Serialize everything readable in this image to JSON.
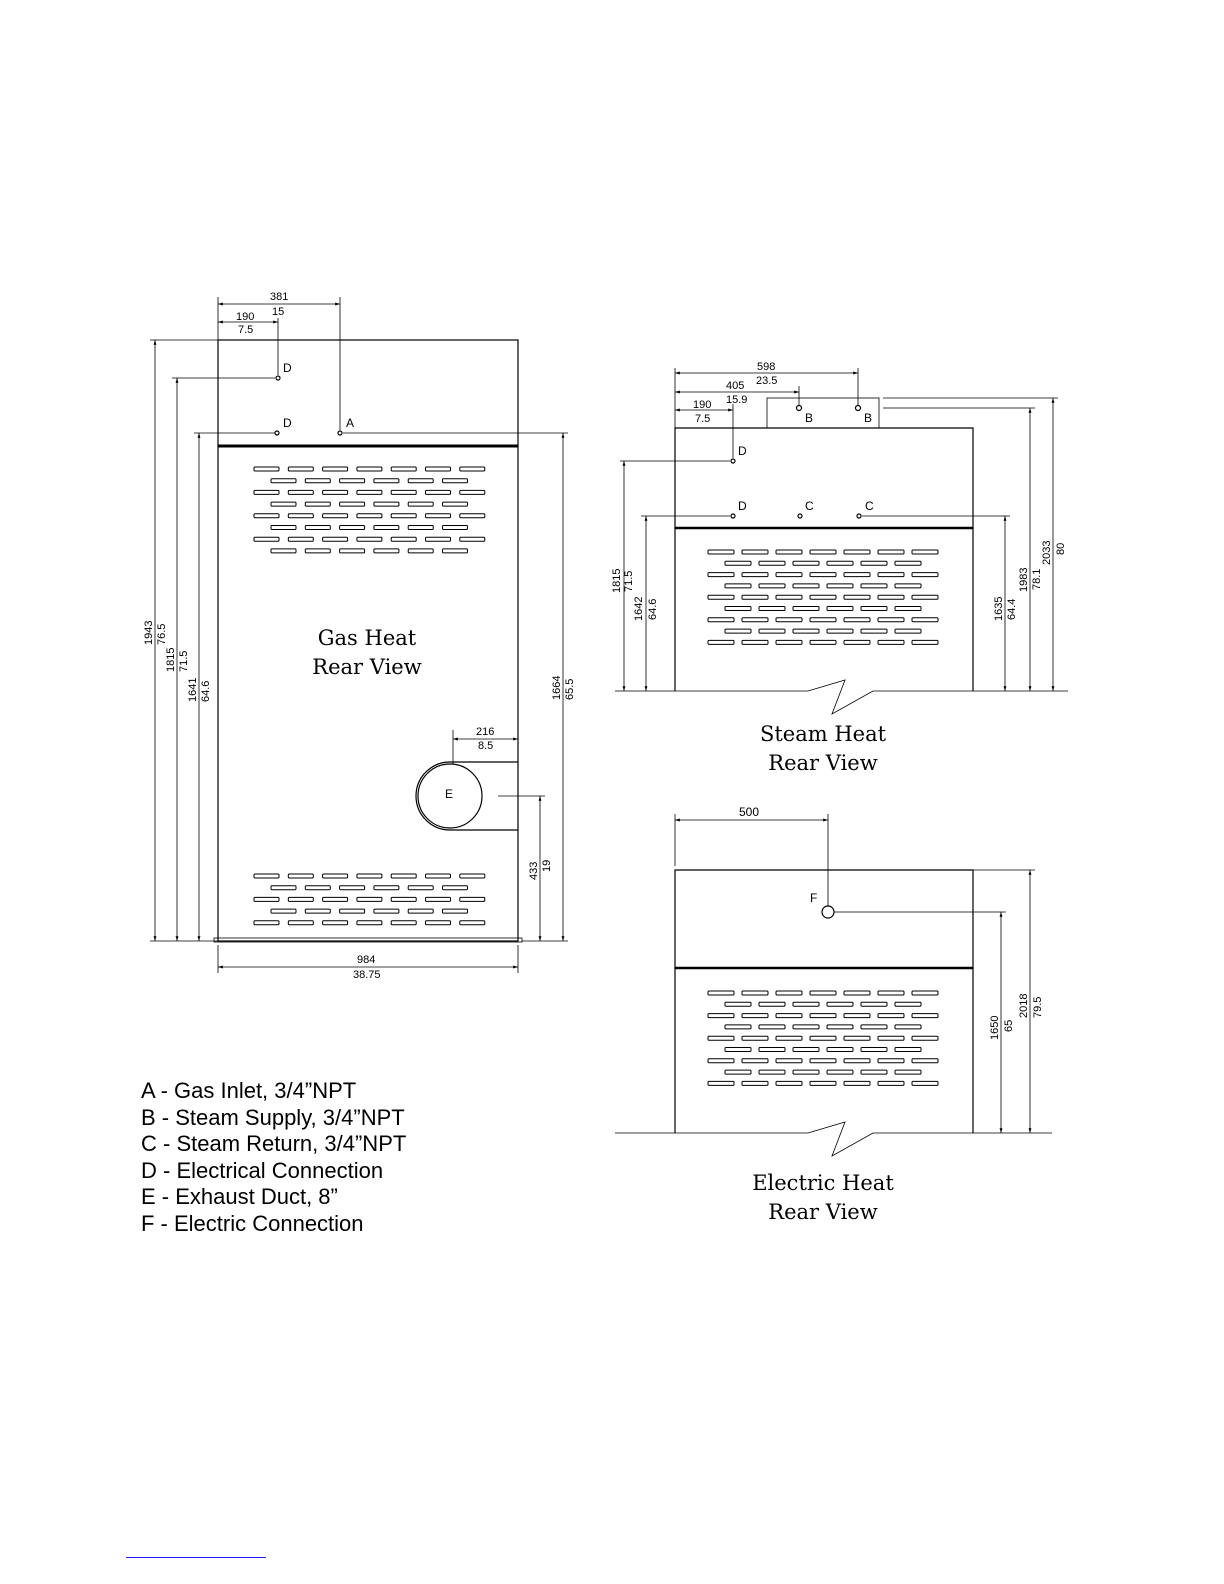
{
  "views": {
    "gas": {
      "title_line1": "Gas Heat",
      "title_line2": "Rear View",
      "dims": {
        "top_381": "381",
        "top_15": "15",
        "top_190": "190",
        "top_7_5": "7.5",
        "h_1943": "1943",
        "h_76_5": "76.5",
        "h_1815": "1815",
        "h_71_5": "71.5",
        "h_1641": "1641",
        "h_64_6": "64.6",
        "h_1664": "1664",
        "h_65_5": "65.5",
        "duct_216": "216",
        "duct_8_5": "8.5",
        "duct_433": "433",
        "duct_19": "19",
        "w_984": "984",
        "w_38_75": "38.75"
      },
      "points": {
        "d_upper": "D",
        "d_lower": "D",
        "a": "A",
        "e": "E"
      }
    },
    "steam": {
      "title_line1": "Steam Heat",
      "title_line2": "Rear View",
      "dims": {
        "top_598": "598",
        "top_23_5": "23.5",
        "top_405": "405",
        "top_15_9": "15.9",
        "top_190": "190",
        "top_7_5": "7.5",
        "h_1815": "1815",
        "h_71_5": "71.5",
        "h_1642": "1642",
        "h_64_6": "64.6",
        "h_1635": "1635",
        "h_64_4": "64.4",
        "h_1983": "1983",
        "h_78_1": "78.1",
        "h_2033": "2033",
        "h_80": "80"
      },
      "points": {
        "d_upper": "D",
        "d_lower": "D",
        "b1": "B",
        "b2": "B",
        "c1": "C",
        "c2": "C"
      }
    },
    "electric": {
      "title_line1": "Electric Heat",
      "title_line2": "Rear View",
      "dims": {
        "top_500": "500",
        "h_1650": "1650",
        "h_65": "65",
        "h_2018": "2018",
        "h_79_5": "79.5"
      },
      "points": {
        "f": "F"
      }
    }
  },
  "legend": [
    "A - Gas Inlet, 3/4”NPT",
    "B - Steam Supply, 3/4”NPT",
    "C - Steam Return, 3/4”NPT",
    "D - Electrical Connection",
    "E - Exhaust Duct, 8”",
    "F - Electric Connection"
  ]
}
